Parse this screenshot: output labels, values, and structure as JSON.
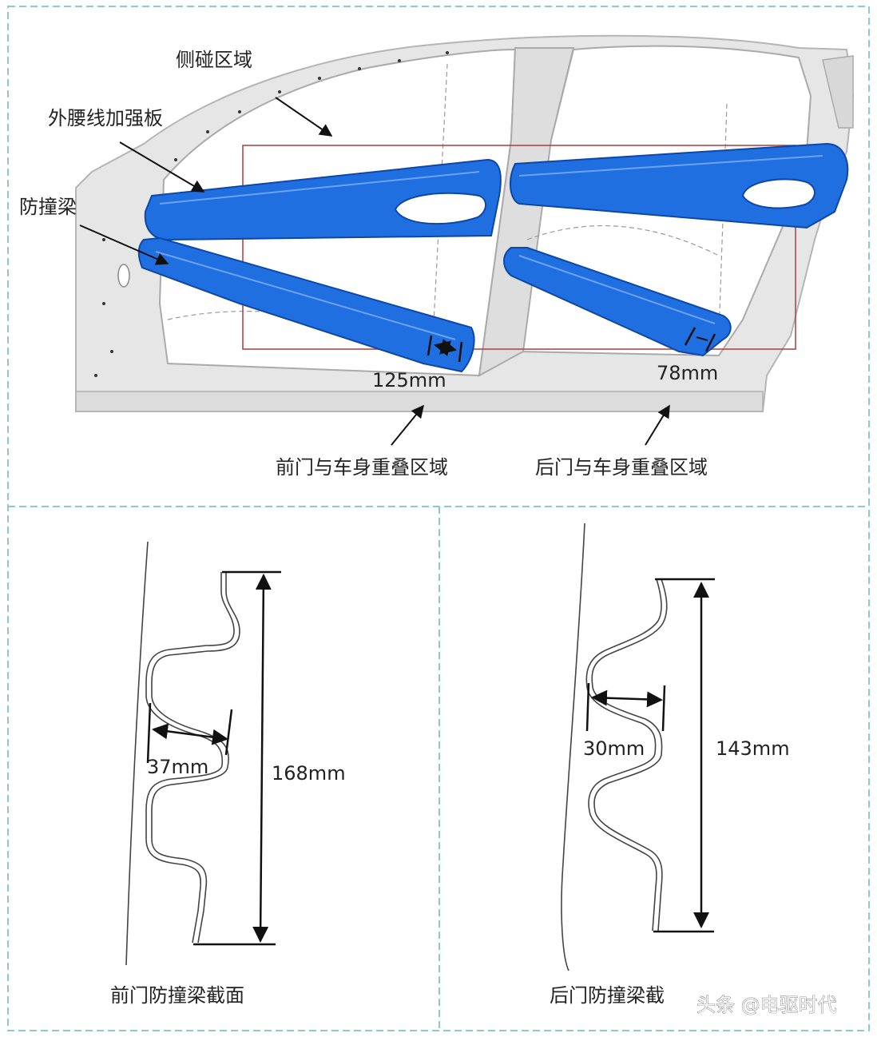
{
  "top_panel": {
    "label_side_impact_zone": "侧碰区域",
    "label_outer_beltline": "外腰线加强板",
    "label_anti_collision_beam": "防撞梁",
    "dim_front_overlap": "125mm",
    "dim_rear_overlap": "78mm",
    "label_front_overlap_zone": "前门与车身重叠区域",
    "label_rear_overlap_zone": "后门与车身重叠区域"
  },
  "bottom_left": {
    "dim_depth": "37mm",
    "dim_height": "168mm",
    "caption": "前门防撞梁截面"
  },
  "bottom_right": {
    "dim_depth": "30mm",
    "dim_height": "143mm",
    "caption": "后门防撞梁截"
  },
  "watermark": "头条 @电驱时代",
  "colors": {
    "beam_blue": "#1f6fe0",
    "frame_gray": "#e6e6e6",
    "zone_box": "#b0474a",
    "divider": "#8fc9d0"
  }
}
